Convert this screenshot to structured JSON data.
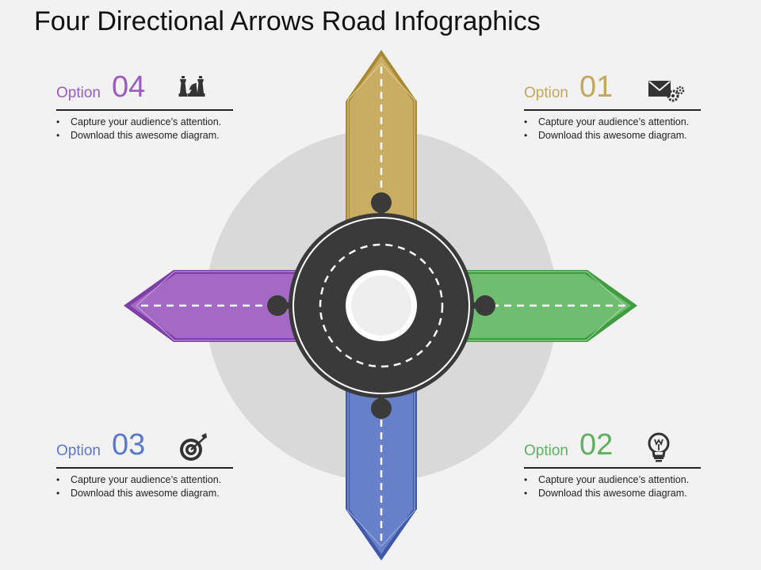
{
  "title": "Four Directional Arrows Road Infographics",
  "colors": {
    "background": "#f2f2f2",
    "gold": "#c9ad63",
    "gold_dark": "#a88a33",
    "green": "#6fbe6f",
    "green_dark": "#3f9c3f",
    "purple": "#a469c4",
    "purple_dark": "#7e3fa6",
    "blue": "#6680c9",
    "blue_dark": "#3f58a8",
    "road": "#3a3a3a",
    "disc": "#d9d9d9"
  },
  "options": [
    {
      "id": "opt01",
      "label": "Option",
      "number": "01",
      "color": "#c4a75a",
      "icon": "mail-gear-icon",
      "bullets": [
        "Capture your audience’s attention.",
        "Download this awesome diagram."
      ]
    },
    {
      "id": "opt02",
      "label": "Option",
      "number": "02",
      "color": "#5fb05f",
      "icon": "lightbulb-icon",
      "bullets": [
        "Capture your audience’s attention.",
        "Download this awesome diagram."
      ]
    },
    {
      "id": "opt03",
      "label": "Option",
      "number": "03",
      "color": "#5a7ac8",
      "icon": "target-icon",
      "bullets": [
        "Capture your audience’s attention.",
        "Download this awesome diagram."
      ]
    },
    {
      "id": "opt04",
      "label": "Option",
      "number": "04",
      "color": "#9b5cbf",
      "icon": "chess-icon",
      "bullets": [
        "Capture your audience’s attention.",
        "Download this awesome diagram."
      ]
    }
  ]
}
